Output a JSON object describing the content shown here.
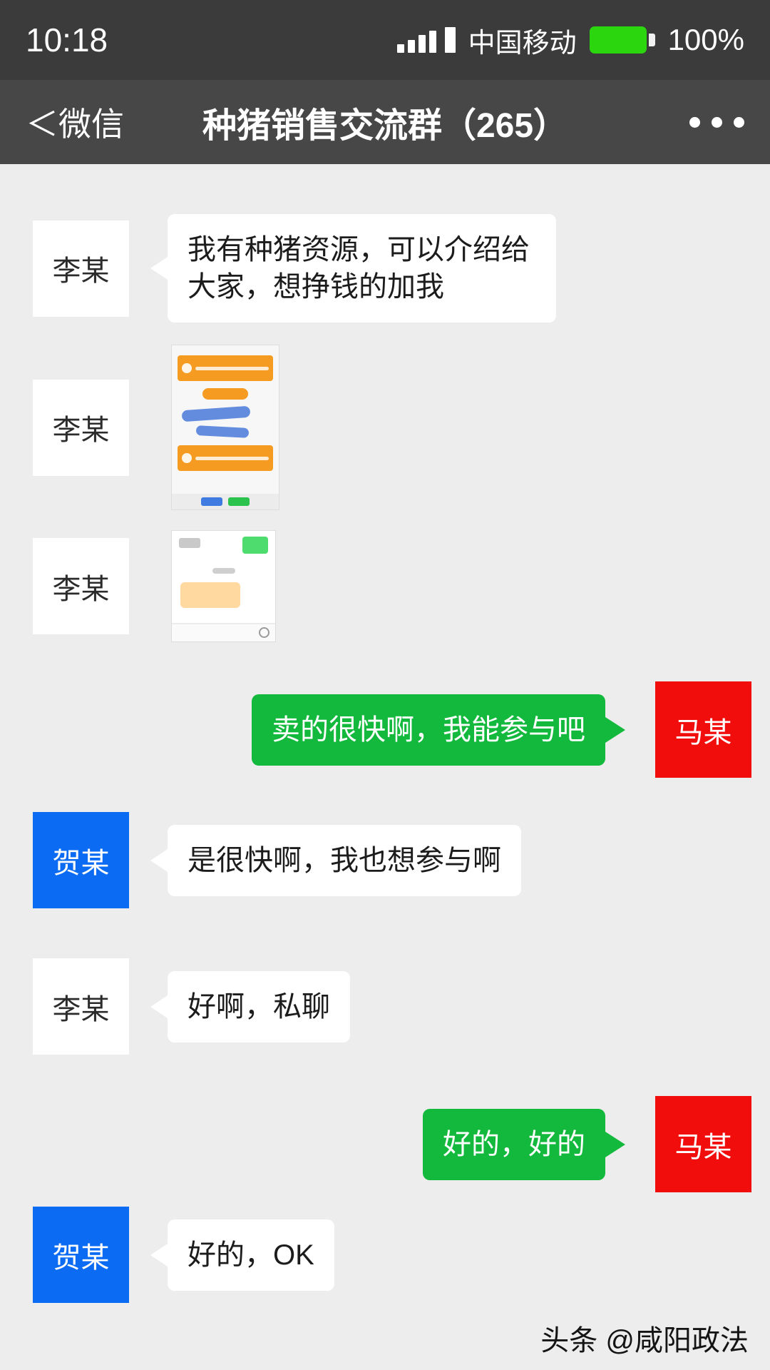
{
  "status_bar": {
    "time": "10:18",
    "carrier": "中国移动",
    "battery_percent": "100%",
    "icons": {
      "signal": "cellular-signal-bars",
      "battery": "battery-full-green"
    }
  },
  "nav_bar": {
    "back_label": "＜微信",
    "title": "种猪销售交流群（265）",
    "menu_icon": "more-dots"
  },
  "colors": {
    "status_bar_bg": "#3b3b3b",
    "nav_bar_bg": "#474747",
    "chat_bg": "#ededed",
    "bubble_left_bg": "#ffffff",
    "bubble_right_bg": "#12b93c",
    "avatar_li_bg": "#ffffff",
    "avatar_he_bg": "#0b6bf2",
    "avatar_ma_bg": "#f20d0d",
    "battery_fill": "#2bd60e"
  },
  "messages": [
    {
      "sender": "李某",
      "side": "left",
      "type": "text",
      "text": "我有种猪资源，可以介绍给大家，想挣钱的加我"
    },
    {
      "sender": "李某",
      "side": "left",
      "type": "image",
      "image_name": "shared-screenshot-sales-page"
    },
    {
      "sender": "李某",
      "side": "left",
      "type": "image",
      "image_name": "shared-screenshot-chat"
    },
    {
      "sender": "马某",
      "side": "right",
      "type": "text",
      "text": "卖的很快啊，我能参与吧"
    },
    {
      "sender": "贺某",
      "side": "left",
      "type": "text",
      "text": "是很快啊，我也想参与啊"
    },
    {
      "sender": "李某",
      "side": "left",
      "type": "text",
      "text": "好啊，私聊"
    },
    {
      "sender": "马某",
      "side": "right",
      "type": "text",
      "text": "好的，好的"
    },
    {
      "sender": "贺某",
      "side": "left",
      "type": "text",
      "text": "好的，OK"
    }
  ],
  "watermark": "头条 @咸阳政法"
}
